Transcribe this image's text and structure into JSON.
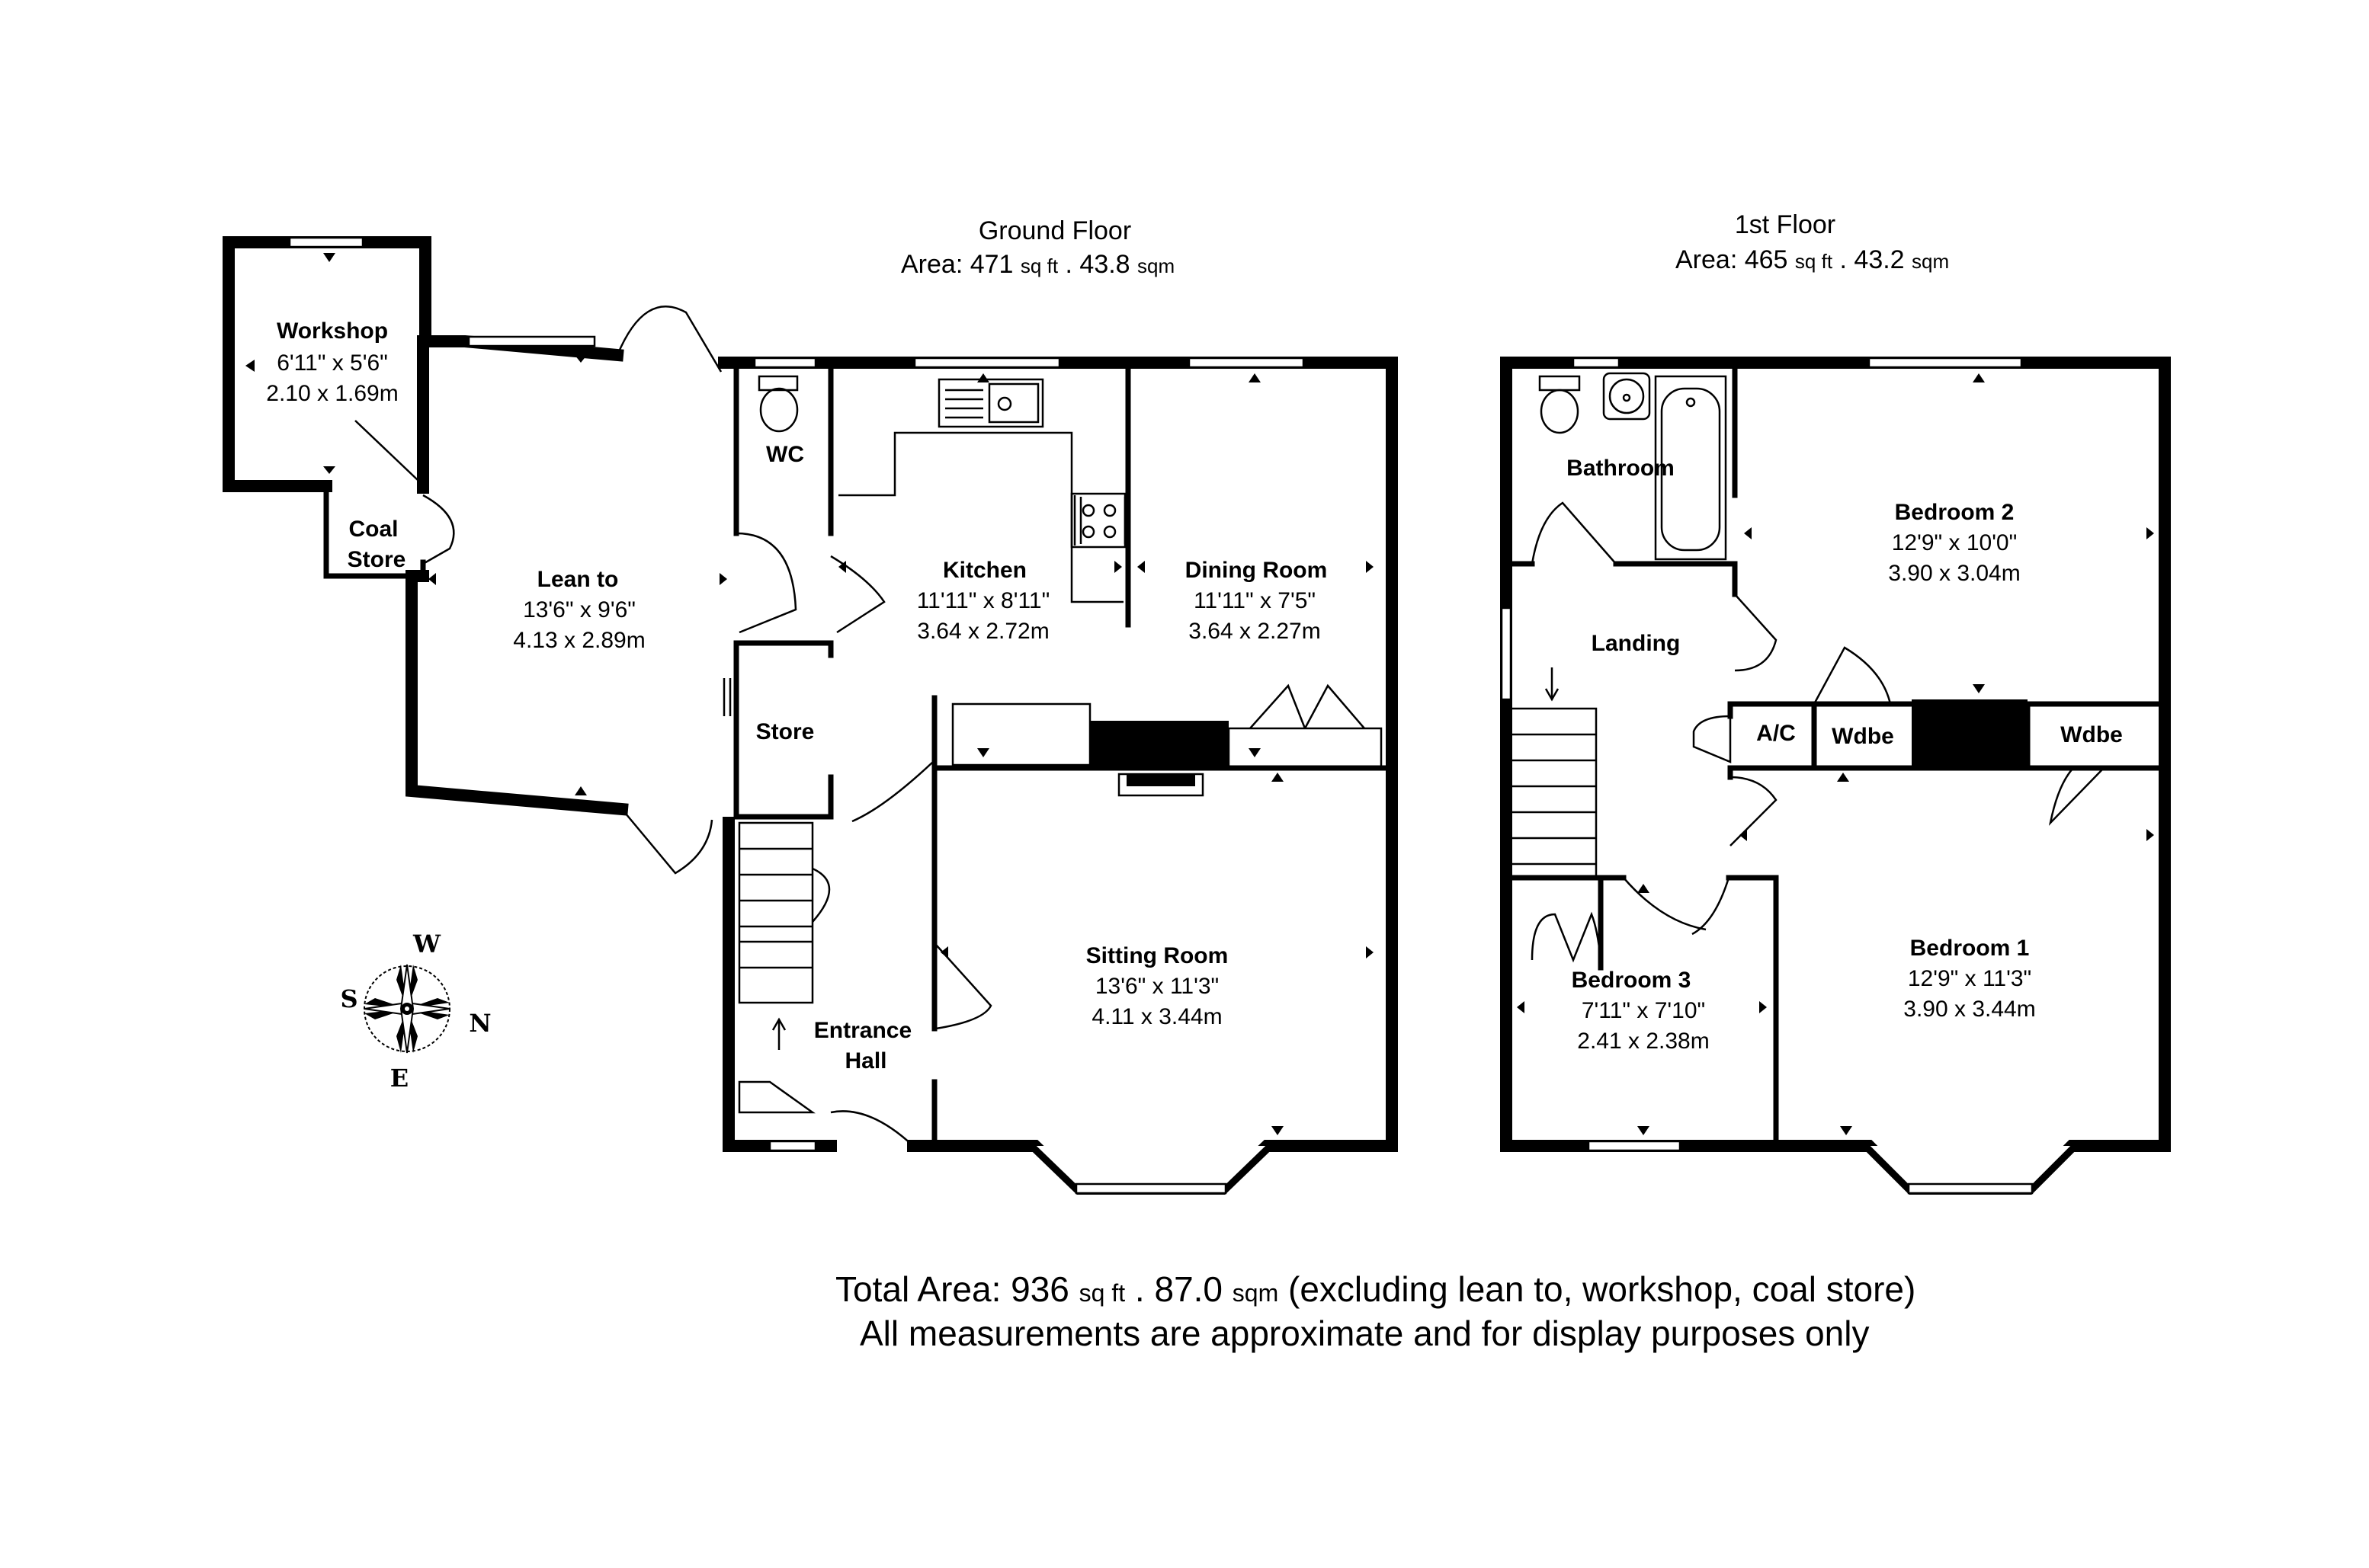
{
  "ground_floor": {
    "title": "Ground Floor",
    "area_prefix": "Area:",
    "area_sqft": "471",
    "sqft_unit": "sq ft",
    "separator": ".",
    "area_sqm": "43.8",
    "sqm_unit": "sqm",
    "rooms": {
      "workshop": {
        "name": "Workshop",
        "imperial": "6'11\" x 5'6\"",
        "metric": "2.10 x 1.69m"
      },
      "coal_store": {
        "name_line1": "Coal",
        "name_line2": "Store"
      },
      "lean_to": {
        "name": "Lean to",
        "imperial": "13'6\" x 9'6\"",
        "metric": "4.13 x 2.89m"
      },
      "wc": {
        "name": "WC"
      },
      "store": {
        "name": "Store"
      },
      "kitchen": {
        "name": "Kitchen",
        "imperial": "11'11\" x 8'11\"",
        "metric": "3.64 x 2.72m"
      },
      "dining_room": {
        "name": "Dining Room",
        "imperial": "11'11\" x 7'5\"",
        "metric": "3.64 x 2.27m"
      },
      "sitting_room": {
        "name": "Sitting Room",
        "imperial": "13'6\" x 11'3\"",
        "metric": "4.11 x 3.44m"
      },
      "entrance_hall": {
        "name_line1": "Entrance",
        "name_line2": "Hall"
      }
    }
  },
  "first_floor": {
    "title": "1st Floor",
    "area_prefix": "Area:",
    "area_sqft": "465",
    "sqft_unit": "sq ft",
    "separator": ".",
    "area_sqm": "43.2",
    "sqm_unit": "sqm",
    "rooms": {
      "bathroom": {
        "name": "Bathroom"
      },
      "bedroom_2": {
        "name": "Bedroom 2",
        "imperial": "12'9\" x 10'0\"",
        "metric": "3.90 x 3.04m"
      },
      "landing": {
        "name": "Landing"
      },
      "ac": {
        "name": "A/C"
      },
      "wdbe_1": {
        "name": "Wdbe"
      },
      "wdbe_2": {
        "name": "Wdbe"
      },
      "bedroom_3": {
        "name": "Bedroom 3",
        "imperial": "7'11\" x 7'10\"",
        "metric": "2.41 x 2.38m"
      },
      "bedroom_1": {
        "name": "Bedroom 1",
        "imperial": "12'9\" x 11'3\"",
        "metric": "3.90 x 3.44m"
      }
    }
  },
  "compass": {
    "north": "N",
    "south": "S",
    "east": "E",
    "west": "W"
  },
  "footer": {
    "total_prefix": "Total Area: 936",
    "sqft_unit": "sq ft",
    "separator": ".",
    "total_sqm": "87.0",
    "sqm_unit": "sqm",
    "exclusion_note": "(excluding lean to, workshop, coal store)",
    "disclaimer": "All measurements are approximate and for display purposes only"
  }
}
